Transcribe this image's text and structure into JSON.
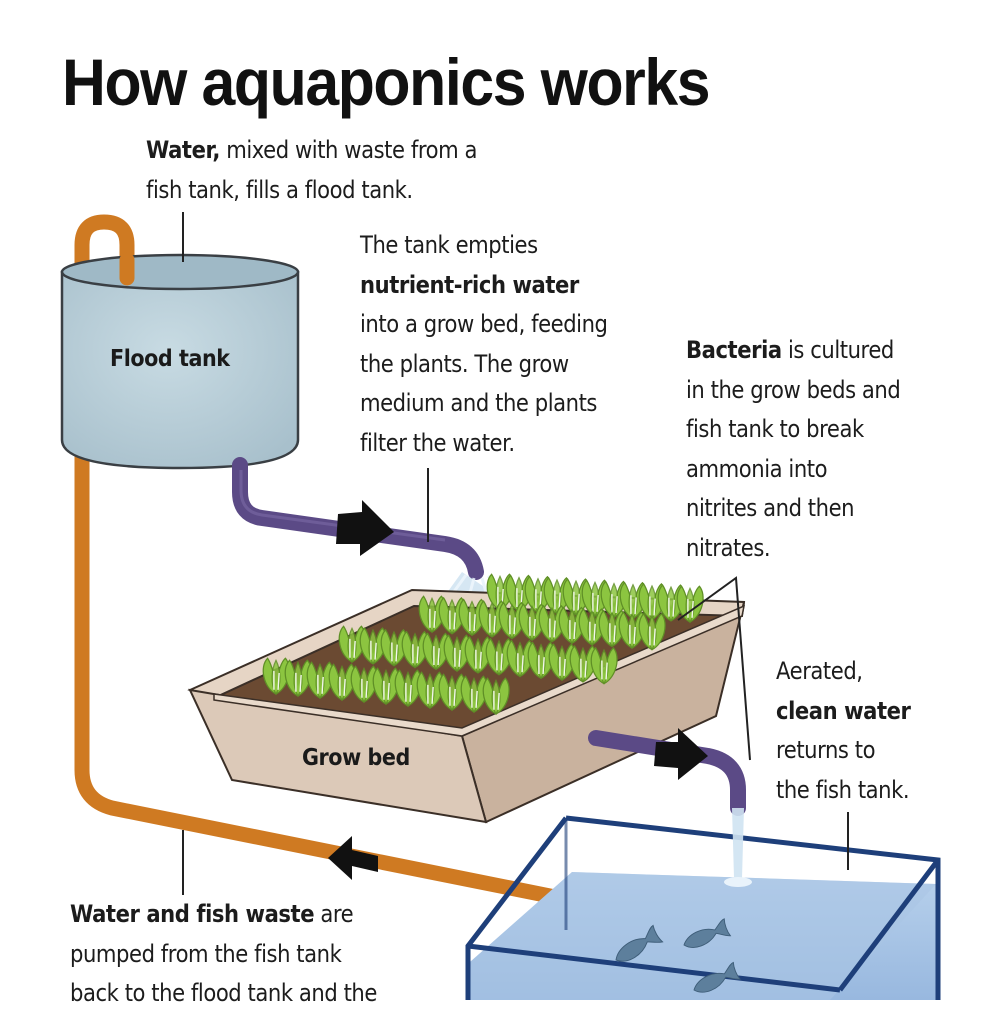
{
  "title": "How aquaponics works",
  "labels": {
    "flood_tank": "Flood tank",
    "grow_bed": "Grow bed"
  },
  "captions": {
    "water": {
      "bold": "Water,",
      "line1_rest": " mixed with waste from a",
      "line2": "fish tank, fills a flood tank."
    },
    "tank_empties": {
      "line1": "The tank empties",
      "bold": "nutrient-rich water",
      "line3": "into a grow bed, feeding",
      "line4": "the plants. The grow",
      "line5": "medium and the plants",
      "line6": "filter the water."
    },
    "bacteria": {
      "bold": "Bacteria",
      "line1_rest": " is cultured",
      "line2": "in the grow beds and",
      "line3": "fish tank to break",
      "line4": "ammonia into",
      "line5": "nitrites and then",
      "line6": "nitrates."
    },
    "clean_water": {
      "line1": "Aerated,",
      "bold": "clean water",
      "line3": "returns to",
      "line4": "the fish tank."
    },
    "fish_waste": {
      "bold": "Water and fish waste",
      "line1_rest": " are",
      "line2": "pumped from the fish tank",
      "line3": "back to the flood tank and the"
    }
  },
  "colors": {
    "orange_pipe": "#cf7a22",
    "purple_pipe": "#5b4a86",
    "tank_fill": "#b9cfd9",
    "tank_top": "#9fb9c6",
    "bed_frame": "#d9c5b4",
    "soil": "#6b4a32",
    "plant": "#8cc540",
    "fish_tank_edge": "#1e3f7a",
    "water": "#a9c5e3",
    "fish": "#5d7f9c",
    "arrow": "#111111"
  }
}
